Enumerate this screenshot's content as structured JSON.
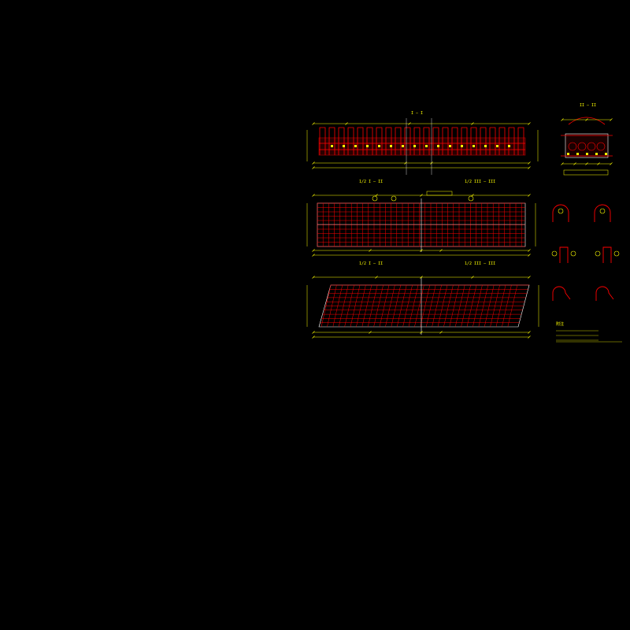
{
  "drawing": {
    "background": "#000000",
    "colors": {
      "rebar": "#ff0000",
      "dimension": "#ffff00",
      "concrete_fill": "#8b0000",
      "outline": "#ffffff"
    },
    "views": [
      {
        "id": "section-1-1",
        "title": "I — I",
        "kind": "section-elevation"
      },
      {
        "id": "section-2-2",
        "title": "II — II",
        "kind": "small-section"
      },
      {
        "id": "plan-upper-left",
        "title": "1/2 I — II",
        "kind": "rebar-grid-plan"
      },
      {
        "id": "plan-upper-right",
        "title": "1/2 III — III",
        "kind": "rebar-grid-plan"
      },
      {
        "id": "plan-lower-left",
        "title": "1/2 I — II",
        "kind": "skew-rebar-plan"
      },
      {
        "id": "plan-lower-right",
        "title": "1/2 III — III",
        "kind": "skew-rebar-plan"
      },
      {
        "id": "detail-hooks",
        "title": "",
        "kind": "bar-bending-details"
      }
    ],
    "notes_heading": "附注",
    "footer_text": ""
  }
}
